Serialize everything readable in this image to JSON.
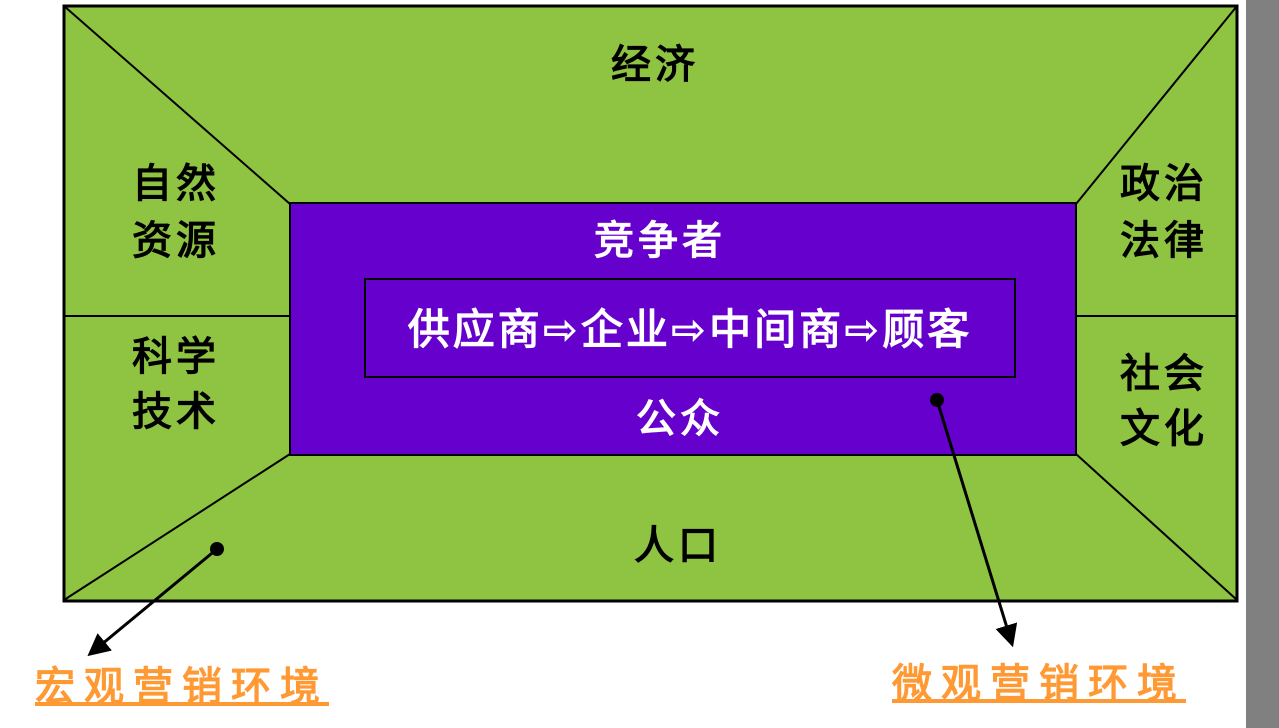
{
  "diagram": {
    "macro_sections": {
      "top": "经济",
      "left_upper": [
        "自然",
        "资源"
      ],
      "left_lower": [
        "科学",
        "技术"
      ],
      "right_upper": [
        "政治",
        "法律"
      ],
      "right_lower": [
        "社会",
        "文化"
      ],
      "bottom": "人口"
    },
    "micro_sections": {
      "top": "竞争者",
      "chain": "供应商⇨企业⇨中间商⇨顾客",
      "bottom": "公众"
    },
    "callouts": {
      "macro": "宏观营销环境",
      "micro": "微观营销环境"
    },
    "colors": {
      "macro_fill": "#8FC342",
      "micro_fill": "#6600CC",
      "callout_text": "#FF9933",
      "micro_text": "#FFFFFF",
      "outline": "#000000",
      "edge_strip": "#808080"
    }
  }
}
